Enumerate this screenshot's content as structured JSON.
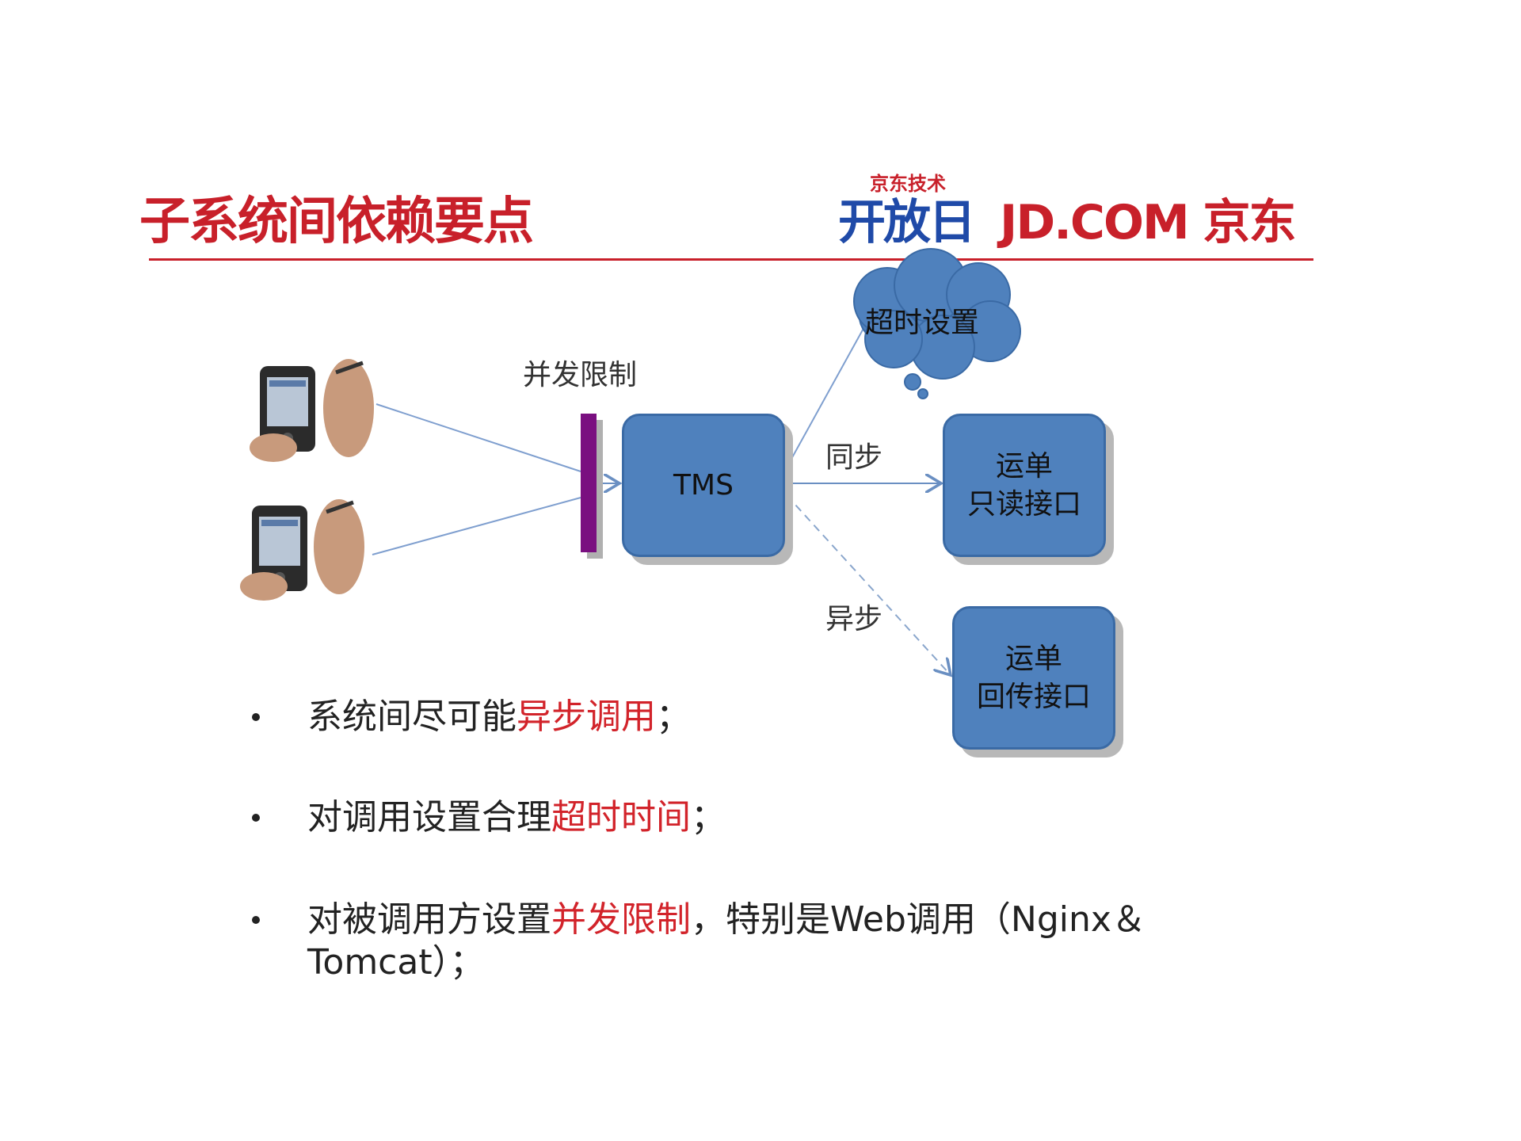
{
  "header": {
    "title": "子系统间依赖要点",
    "logo_small": "京东技术",
    "logo_main": "开放日",
    "logo_jd": "JD.COM 京东"
  },
  "diagram": {
    "concurrency_label": "并发限制",
    "tms_label": "TMS",
    "timeout_cloud": "超时设置",
    "sync_label": "同步",
    "async_label": "异步",
    "readonly_box": "运单\n只读接口",
    "callback_box": "运单\n回传接口"
  },
  "bullets": [
    {
      "pre": "系统间尽可能",
      "hl": "异步调用",
      "post": "；"
    },
    {
      "pre": "对调用设置合理",
      "hl": "超时时间",
      "post": "；"
    },
    {
      "pre": "对被调用方设置",
      "hl": "并发限制",
      "post": "，特别是Web调用（Nginx＆",
      "line2": "Tomcat）；"
    }
  ],
  "colors": {
    "accent_red": "#c8202a",
    "box_blue": "#4f81bd",
    "bar_purple": "#7a0f80",
    "logo_blue": "#1f4aa8"
  }
}
